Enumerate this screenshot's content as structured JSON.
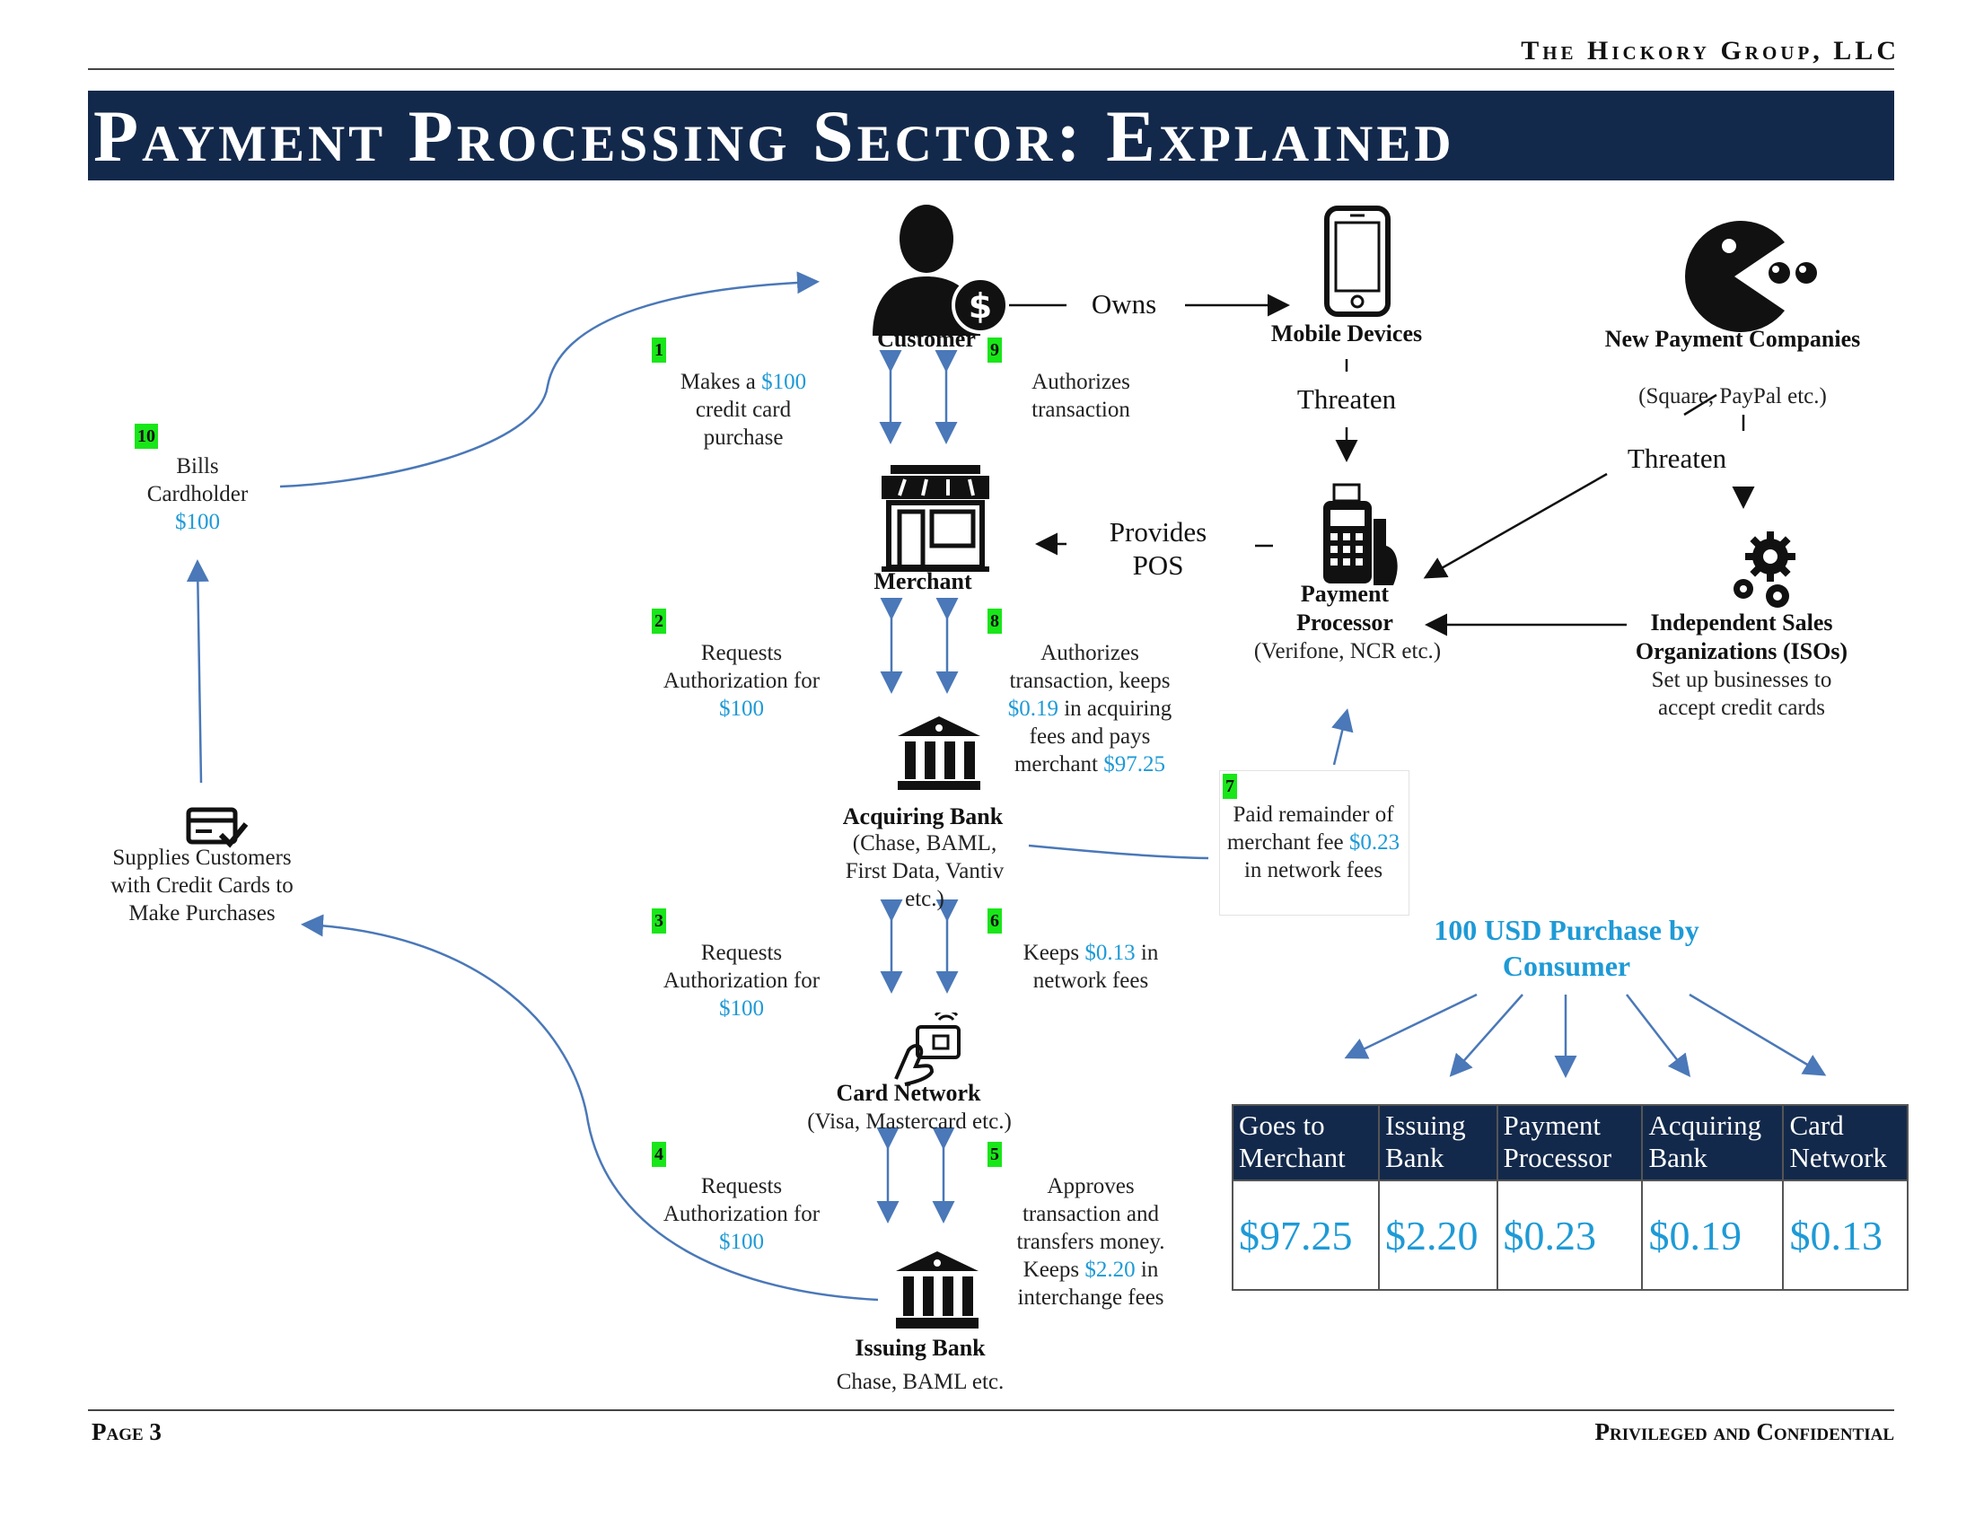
{
  "header": {
    "company": "The Hickory Group, LLC",
    "title": "Payment Processing Sector: Explained"
  },
  "nodes": {
    "customer": "Customer",
    "merchant": "Merchant",
    "acquiring_bank": {
      "name": "Acquiring Bank",
      "detail": "(Chase, BAML, First Data, Vantiv etc.)"
    },
    "card_network": {
      "name": "Card Network",
      "detail": "(Visa, Mastercard etc.)"
    },
    "issuing_bank": {
      "name": "Issuing Bank",
      "detail": "Chase, BAML etc."
    },
    "mobile_devices": "Mobile Devices",
    "payment_processor": {
      "name": "Payment Processor",
      "detail": "(Verifone, NCR etc.)"
    },
    "new_payment_companies": {
      "name": "New Payment Companies",
      "detail": "(Square, PayPal etc.)"
    },
    "isos": {
      "name": "Independent Sales Organizations (ISOs)",
      "detail": "Set up businesses to accept credit cards"
    },
    "credit_cards": "Supplies Customers with Credit Cards to Make Purchases"
  },
  "relations": {
    "owns": "Owns",
    "threaten_1": "Threaten",
    "threaten_2": "Threaten",
    "provides_pos": "Provides POS"
  },
  "steps": [
    {
      "num": "1",
      "pre": "Makes a ",
      "amount": "$100",
      "post": " credit card purchase"
    },
    {
      "num": "2",
      "pre": "Requests Authorization for ",
      "amount": "$100",
      "post": ""
    },
    {
      "num": "3",
      "pre": "Requests Authorization for ",
      "amount": "$100",
      "post": ""
    },
    {
      "num": "4",
      "pre": "Requests Authorization for ",
      "amount": "$100",
      "post": ""
    },
    {
      "num": "5",
      "pre": "Approves transaction and transfers money. Keeps ",
      "amount": "$2.20",
      "post": " in interchange fees"
    },
    {
      "num": "6",
      "pre": "Keeps ",
      "amount": "$0.13",
      "post": " in network fees"
    },
    {
      "num": "7",
      "pre": "Paid remainder of merchant fee ",
      "amount": "$0.23",
      "post": " in network fees"
    },
    {
      "num": "8",
      "pre": "Authorizes transaction, keeps ",
      "amount": "$0.19",
      "mid": " in acquiring fees and pays merchant ",
      "amount2": "$97.25"
    },
    {
      "num": "9",
      "pre": "Authorizes transaction",
      "amount": "",
      "post": ""
    },
    {
      "num": "10",
      "pre": "Bills Cardholder",
      "amount": "$100",
      "post": ""
    }
  ],
  "purchase_split": {
    "title": "100 USD Purchase by Consumer",
    "columns": [
      "Goes to Merchant",
      "Issuing Bank",
      "Payment Processor",
      "Acquiring Bank",
      "Card Network"
    ],
    "values": [
      "$97.25",
      "$2.20",
      "$0.23",
      "$0.19",
      "$0.13"
    ]
  },
  "footer": {
    "page": "Page 3",
    "confidential": "Privileged and Confidential"
  },
  "colors": {
    "banner": "#13294b",
    "accent": "#1e9ad6",
    "step_badge": "#19e619",
    "arrow": "#4a78b8"
  }
}
